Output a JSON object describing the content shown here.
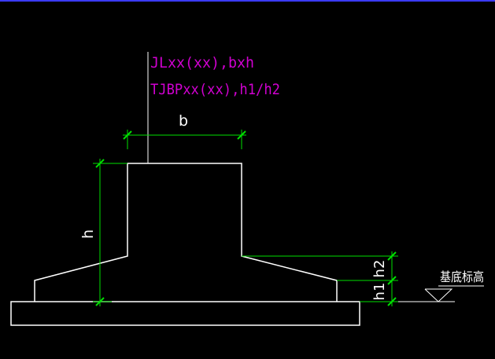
{
  "annotations": {
    "line1": "JLxx(xx),bxh",
    "line2": "TJBPxx(xx),h1/h2"
  },
  "dimensions": {
    "b": "b",
    "h": "h",
    "h1": "h1",
    "h2": "h2"
  },
  "elevation_label": "基底标高",
  "colors": {
    "background": "#000000",
    "outline": "#ffffff",
    "dimension": "#00e000",
    "annotation": "#d000d0",
    "frame_top": "#3b3bff"
  }
}
